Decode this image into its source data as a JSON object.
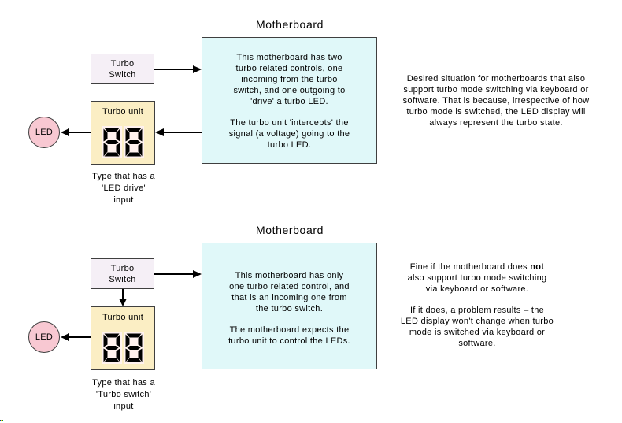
{
  "colors": {
    "motherboard_fill": "#e0f8f9",
    "switch_fill": "#f5eff6",
    "unit_fill": "#fbeec4",
    "display_fill": "#fff2ef",
    "led_fill": "#f8c8d2",
    "border": "#3f3f3f",
    "arrow": "#000000",
    "corner_pixels": [
      "#003399",
      "#ffcc00",
      "#cc2200",
      "#009933"
    ]
  },
  "top": {
    "title": "Motherboard",
    "switch_label_1": "Turbo",
    "switch_label_2": "Switch",
    "unit_label": "Turbo unit",
    "unit_display_value": "88",
    "led_label": "LED",
    "board_p1": [
      "This motherboard has two",
      "turbo related controls, one",
      "incoming from the turbo",
      "switch, and one outgoing to",
      "'drive' a turbo LED."
    ],
    "board_p2": [
      "The turbo unit 'intercepts' the",
      "signal (a voltage) going to the",
      "turbo LED."
    ],
    "caption": [
      "Type that has a",
      "'LED drive'",
      "input"
    ],
    "note": [
      "Desired situation for motherboards that also",
      "support turbo mode switching via keyboard or",
      "software. That is because, irrespective of how",
      "turbo mode is switched, the LED display will",
      "always represent the turbo state."
    ]
  },
  "bottom": {
    "title": "Motherboard",
    "switch_label_1": "Turbo",
    "switch_label_2": "Switch",
    "unit_label": "Turbo unit",
    "unit_display_value": "88",
    "led_label": "LED",
    "board_p1": [
      "This motherboard has only",
      "one turbo related control, and",
      "that is an incoming one from",
      "the turbo switch."
    ],
    "board_p2": [
      "The motherboard expects the",
      "turbo unit to control the LEDs."
    ],
    "caption": [
      "Type that has a",
      "'Turbo switch'",
      "input"
    ],
    "note_p1_prefix": "Fine if the motherboard does ",
    "note_p1_bold": "not",
    "note_p1_rest": [
      "also support turbo mode switching",
      "via keyboard or software."
    ],
    "note_p2": [
      "If it does, a problem results – the",
      "LED display won't change when turbo",
      "mode is switched via keyboard or",
      "software."
    ]
  }
}
